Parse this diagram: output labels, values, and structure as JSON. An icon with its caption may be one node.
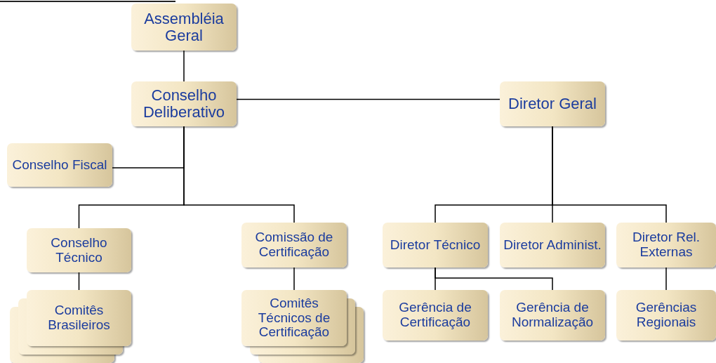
{
  "diagram": {
    "nodes": [
      {
        "text": [
          "Assembléia Geral"
        ]
      },
      {
        "text": [
          "Conselho Deliberativo"
        ]
      },
      {
        "text": [
          "Diretor Geral"
        ]
      },
      {
        "text": [
          "Conselho Fiscal"
        ]
      },
      {
        "text": [
          "Conselho Técnico"
        ]
      },
      {
        "text": [
          "Comissão de Certificação"
        ]
      },
      {
        "text": [
          "Diretor Técnico"
        ]
      },
      {
        "text": [
          "Diretor Administ."
        ]
      },
      {
        "text": [
          "Diretor Rel. Externas"
        ]
      },
      {
        "text": [
          "Comitês Brasileiros"
        ]
      },
      {
        "text": [
          "Comitês Técnicos de Certificação"
        ]
      },
      {
        "text": [
          "Gerência de Certificação"
        ]
      },
      {
        "text": [
          "Gerência de Normalização"
        ]
      },
      {
        "text": [
          "Gerências Regionais"
        ]
      }
    ],
    "edges": [
      {
        "from": 0,
        "to": 1,
        "arrow": "none"
      },
      {
        "from": 1,
        "to": 2,
        "arrow": "none"
      },
      {
        "from": 1,
        "to": 3,
        "arrow": "none"
      },
      {
        "from": 1,
        "to": 4,
        "arrow": "none"
      },
      {
        "from": 1,
        "to": 5,
        "arrow": "none"
      },
      {
        "from": 2,
        "to": 6,
        "arrow": "none"
      },
      {
        "from": 2,
        "to": 7,
        "arrow": "none"
      },
      {
        "from": 2,
        "to": 8,
        "arrow": "none"
      },
      {
        "from": 4,
        "to": 9,
        "arrow": "none"
      },
      {
        "from": 5,
        "to": 10,
        "arrow": "none"
      },
      {
        "from": 6,
        "to": 11,
        "arrow": "none"
      },
      {
        "from": 6,
        "to": 12,
        "arrow": "none"
      },
      {
        "from": 8,
        "to": 13,
        "arrow": "none"
      }
    ]
  }
}
